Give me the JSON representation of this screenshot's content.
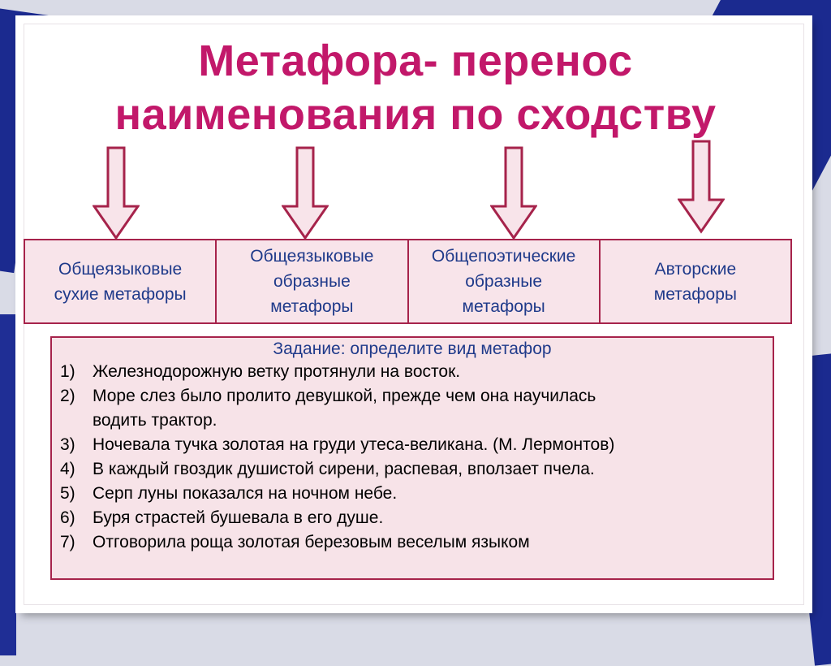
{
  "title": {
    "line1": "Метафора- перенос",
    "line2": "наименования по сходству"
  },
  "types": [
    {
      "lines": [
        "Общеязыковые",
        "сухие метафоры"
      ]
    },
    {
      "lines": [
        "Общеязыковые",
        "образные",
        "метафоры"
      ]
    },
    {
      "lines": [
        "Общепоэтические",
        "образные",
        "метафоры"
      ]
    },
    {
      "lines": [
        "Авторские",
        "метафоры"
      ]
    }
  ],
  "task": {
    "title": "Задание: определите вид метафор",
    "items": [
      {
        "num": "1)",
        "lines": [
          "Железнодорожную ветку протянули на восток."
        ]
      },
      {
        "num": "2)",
        "lines": [
          "Море слез было пролито  девушкой, прежде чем она научилась",
          "водить трактор."
        ]
      },
      {
        "num": "3)",
        "lines": [
          "Ночевала тучка золотая на груди утеса-великана. (М. Лермонтов)"
        ]
      },
      {
        "num": "4)",
        "lines": [
          "В каждый гвоздик душистой сирени, распевая, вползает пчела."
        ]
      },
      {
        "num": "5)",
        "lines": [
          "Серп луны показался на ночном небе."
        ]
      },
      {
        "num": "6)",
        "lines": [
          "Буря страстей бушевала в его душе."
        ]
      },
      {
        "num": "7)",
        "lines": [
          "Отговорила роща золотая березовым веселым языком"
        ]
      }
    ]
  },
  "colors": {
    "title": "#c2186a",
    "border": "#a6234b",
    "box_fill": "#f8e4ea",
    "type_text": "#1f3a8a",
    "corner": "#1b2a8f"
  },
  "icons": [
    "down-arrow-icon",
    "down-arrow-icon",
    "down-arrow-icon",
    "down-arrow-icon"
  ]
}
